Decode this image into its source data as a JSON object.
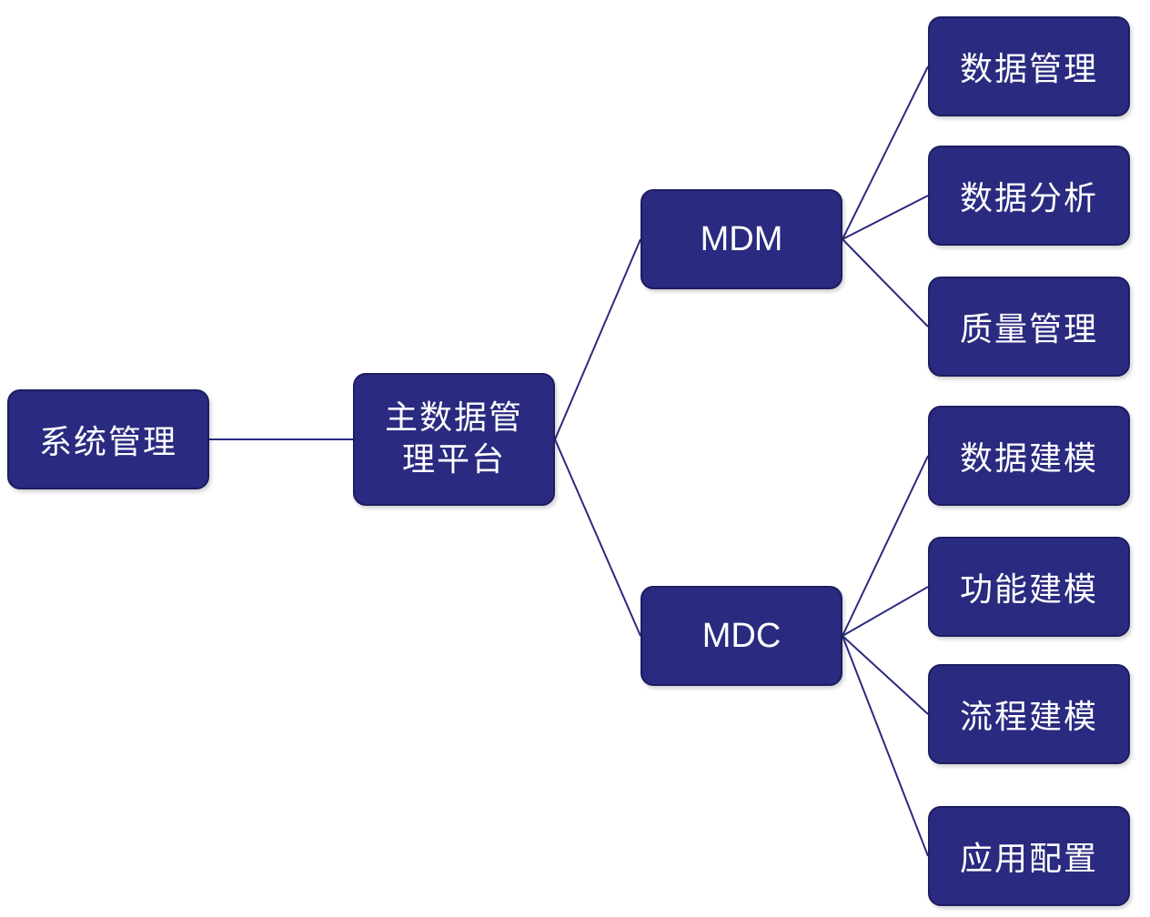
{
  "colors": {
    "node_fill": "#2a2a80",
    "node_text": "#ffffff",
    "edge": "#2a2a80",
    "background": "#ffffff"
  },
  "nodes": {
    "root": "系统管理",
    "platform": "主数据管理平台",
    "mdm": "MDM",
    "mdc": "MDC",
    "mdm_children": [
      "数据管理",
      "数据分析",
      "质量管理"
    ],
    "mdc_children": [
      "数据建模",
      "功能建模",
      "流程建模",
      "应用配置"
    ]
  }
}
